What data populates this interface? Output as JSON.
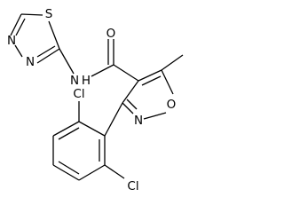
{
  "molecule": {
    "atoms": {
      "s": "S",
      "n_thiadiazole_top": "N",
      "n_thiadiazole_bottom": "N",
      "o_carbonyl": "O",
      "n_amide": "N",
      "h_amide": "H",
      "o_isoxazole": "O",
      "n_isoxazole": "N",
      "cl_top": "Cl",
      "cl_bottom": "Cl"
    }
  }
}
